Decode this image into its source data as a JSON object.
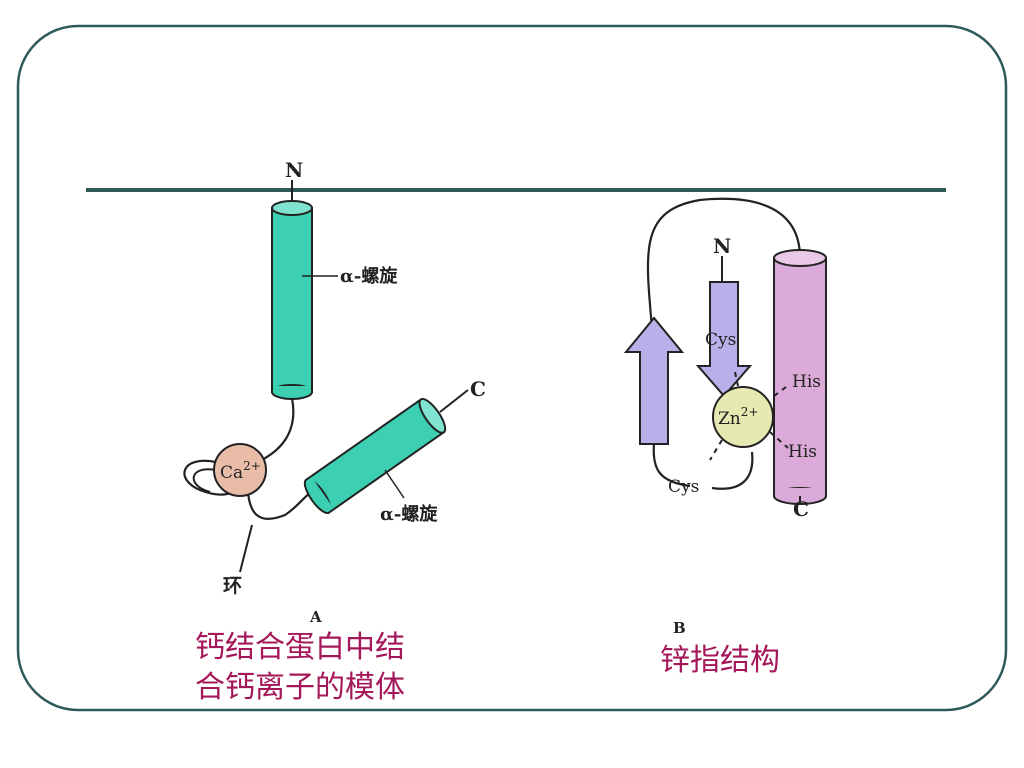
{
  "colors": {
    "frame": "#2f5a5a",
    "caption": "#a4185a",
    "helix_teal": "#3ccfb2",
    "helix_pink": "#dcaad8",
    "arrow_lavender": "#b8b0e8",
    "ca_ion": "#e9bca8",
    "zn_ion": "#e6eab2"
  },
  "panel_a": {
    "n_label": "N",
    "c_label": "C",
    "helix1_label": "α-螺旋",
    "helix2_label": "α-螺旋",
    "ion_label": "Ca",
    "ion_charge": "2+",
    "loop_label": "环",
    "panel_letter": "A",
    "caption_line1": "钙结合蛋白中结",
    "caption_line2": "合钙离子的模体"
  },
  "panel_b": {
    "n_label": "N",
    "c_label": "C",
    "cys_top": "Cys",
    "cys_bottom": "Cys",
    "his_top": "His",
    "his_bottom": "His",
    "ion_label": "Zn",
    "ion_charge": "2+",
    "panel_letter": "B",
    "caption": "锌指结构"
  }
}
